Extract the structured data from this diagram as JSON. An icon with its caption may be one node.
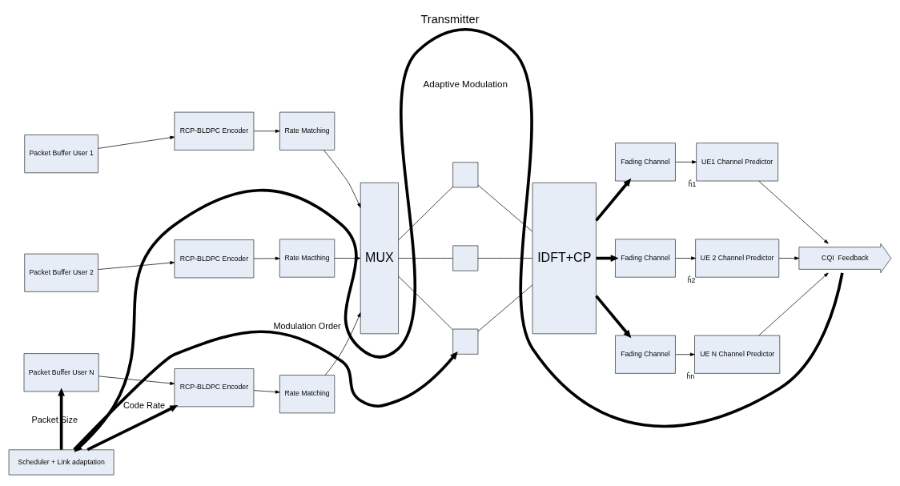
{
  "diagram": {
    "title": "Transmitter",
    "nodes": [
      {
        "text": [
          "Packet Buffer User 1"
        ]
      },
      {
        "text": [
          "RCP-BLDPC Encoder"
        ]
      },
      {
        "text": [
          "Rate Matching"
        ]
      },
      {
        "text": [
          "Packet Buffer User 2"
        ]
      },
      {
        "text": [
          "RCP-BLDPC Encoder"
        ]
      },
      {
        "text": [
          "Rate Macthing"
        ]
      },
      {
        "text": [
          "Packet Buffer User N"
        ]
      },
      {
        "text": [
          "RCP-BLDPC Encoder"
        ]
      },
      {
        "text": [
          "Rate Matching"
        ]
      },
      {
        "text": [
          "MUX"
        ]
      },
      {
        "text": [],
        "shape": "box"
      },
      {
        "text": [],
        "shape": "box"
      },
      {
        "text": [],
        "shape": "box"
      },
      {
        "text": [
          "IDFT+CP"
        ]
      },
      {
        "text": [
          "Fading Channel"
        ]
      },
      {
        "text": [
          "UE1 Channel Predictor"
        ],
        "beside": [
          "ĥ1"
        ]
      },
      {
        "text": [
          "Fading Channel"
        ]
      },
      {
        "text": [
          "UE 2 Channel Predictor"
        ],
        "beside": [
          "ĥ2"
        ]
      },
      {
        "text": [
          "Fading Channel"
        ]
      },
      {
        "text": [
          "UE N Channel Predictor"
        ],
        "beside": [
          "ĥn"
        ]
      },
      {
        "text": [
          "CQI  Feedback"
        ]
      },
      {
        "text": [
          "Scheduler + Link adaptation"
        ]
      }
    ],
    "edges": [
      {
        "from": 0,
        "to": 1,
        "arrow": "to"
      },
      {
        "from": 1,
        "to": 2,
        "arrow": "to"
      },
      {
        "from": 2,
        "to": 9,
        "arrow": "to"
      },
      {
        "from": 3,
        "to": 4,
        "arrow": "to"
      },
      {
        "from": 4,
        "to": 5,
        "arrow": "to"
      },
      {
        "from": 5,
        "to": 9,
        "arrow": "to"
      },
      {
        "from": 6,
        "to": 7,
        "arrow": "to"
      },
      {
        "from": 7,
        "to": 8,
        "arrow": "to"
      },
      {
        "from": 8,
        "to": 9,
        "arrow": "to"
      },
      {
        "from": 9,
        "to": 10,
        "arrow": "none"
      },
      {
        "from": 9,
        "to": 11,
        "arrow": "none"
      },
      {
        "from": 9,
        "to": 12,
        "arrow": "none"
      },
      {
        "from": 10,
        "to": 13,
        "arrow": "none"
      },
      {
        "from": 11,
        "to": 13,
        "arrow": "none"
      },
      {
        "from": 12,
        "to": 13,
        "arrow": "none"
      },
      {
        "from": 13,
        "to": 14,
        "arrow": "to",
        "style": "thick"
      },
      {
        "from": 13,
        "to": 16,
        "arrow": "to",
        "style": "thick"
      },
      {
        "from": 13,
        "to": 18,
        "arrow": "to",
        "style": "thick"
      },
      {
        "from": 14,
        "to": 15,
        "arrow": "to"
      },
      {
        "from": 16,
        "to": 17,
        "arrow": "to"
      },
      {
        "from": 18,
        "to": 19,
        "arrow": "to"
      },
      {
        "from": 15,
        "to": 20,
        "arrow": "to"
      },
      {
        "from": 17,
        "to": 20,
        "arrow": "to"
      },
      {
        "from": 19,
        "to": 20,
        "arrow": "to"
      },
      {
        "from": 20,
        "to": 21,
        "arrow": "to",
        "style": "thick"
      },
      {
        "from": 21,
        "to": 6,
        "label": "Packet Size",
        "arrow": "to",
        "style": "thick"
      },
      {
        "from": 21,
        "to": 7,
        "label": "Code Rate",
        "arrow": "to",
        "style": "thick"
      },
      {
        "from": 21,
        "to": 12,
        "label": "Modulation Order",
        "arrow": "to",
        "style": "thick"
      }
    ],
    "labels": [
      "Adaptive Modulation"
    ]
  }
}
